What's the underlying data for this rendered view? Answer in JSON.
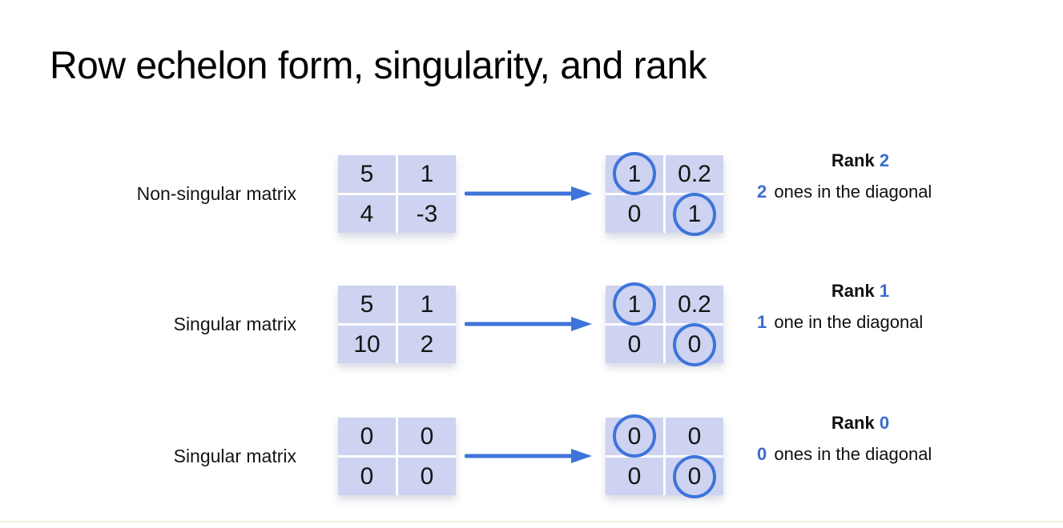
{
  "title": "Row echelon form, singularity, and rank",
  "colors": {
    "cell_bg": "#cdd3f0",
    "accent_shape_blue": "#3e74da",
    "accent_text_blue": "#3b6ccf",
    "text": "#111111",
    "bottom_rule": "#f4f1e2"
  },
  "rows": [
    {
      "label": "Non-singular matrix",
      "input": [
        [
          "5",
          "1"
        ],
        [
          "4",
          "-3"
        ]
      ],
      "output": [
        [
          "1",
          "0.2"
        ],
        [
          "0",
          "1"
        ]
      ],
      "rank_word": "Rank",
      "rank_value": "2",
      "diag_count": "2",
      "diag_text": "ones in the diagonal"
    },
    {
      "label": "Singular matrix",
      "input": [
        [
          "5",
          "1"
        ],
        [
          "10",
          "2"
        ]
      ],
      "output": [
        [
          "1",
          "0.2"
        ],
        [
          "0",
          "0"
        ]
      ],
      "rank_word": "Rank",
      "rank_value": "1",
      "diag_count": "1",
      "diag_text": "one in the diagonal"
    },
    {
      "label": "Singular matrix",
      "input": [
        [
          "0",
          "0"
        ],
        [
          "0",
          "0"
        ]
      ],
      "output": [
        [
          "0",
          "0"
        ],
        [
          "0",
          "0"
        ]
      ],
      "rank_word": "Rank",
      "rank_value": "0",
      "diag_count": "0",
      "diag_text": "ones in the diagonal"
    }
  ]
}
